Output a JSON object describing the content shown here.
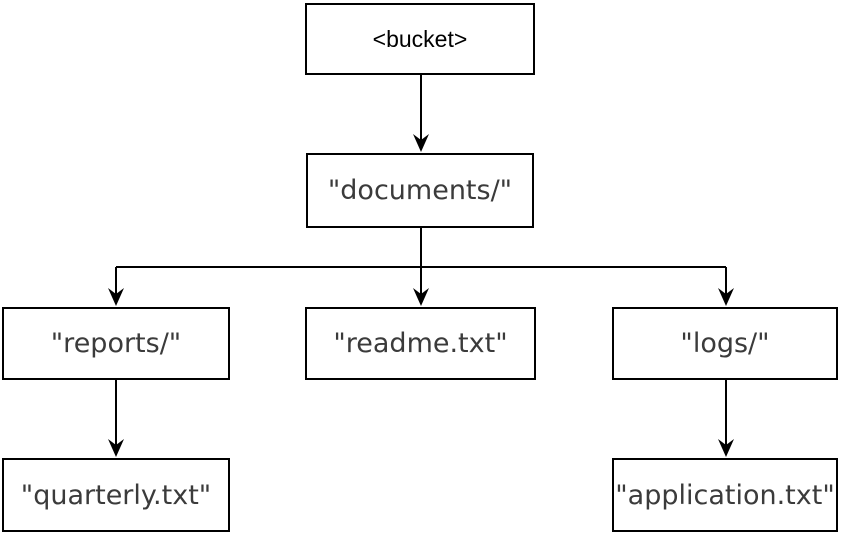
{
  "diagram": {
    "type": "tree",
    "background_color": "#ffffff",
    "box_border_color": "#000000",
    "line_color": "#000000",
    "root_text_color": "#000000",
    "label_text_color": "#3b3b3b",
    "nodes": {
      "bucket": {
        "label": "<bucket>"
      },
      "documents": {
        "label": "\"documents/\""
      },
      "reports": {
        "label": "\"reports/\""
      },
      "readme": {
        "label": "\"readme.txt\""
      },
      "logs": {
        "label": "\"logs/\""
      },
      "quarterly": {
        "label": "\"quarterly.txt\""
      },
      "application": {
        "label": "\"application.txt\""
      }
    },
    "edges": [
      {
        "from": "bucket",
        "to": "documents"
      },
      {
        "from": "documents",
        "to": "reports"
      },
      {
        "from": "documents",
        "to": "readme"
      },
      {
        "from": "documents",
        "to": "logs"
      },
      {
        "from": "reports",
        "to": "quarterly"
      },
      {
        "from": "logs",
        "to": "application"
      }
    ]
  }
}
